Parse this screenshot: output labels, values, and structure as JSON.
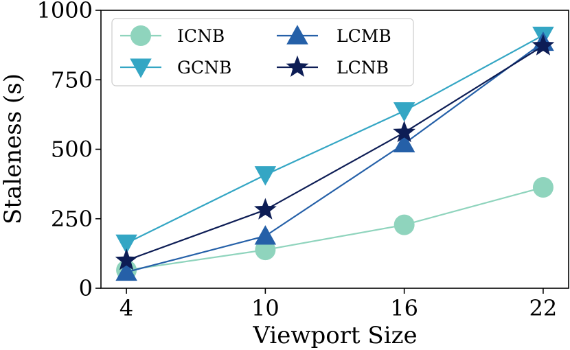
{
  "chart_data": {
    "type": "line",
    "xlabel": "Viewport Size",
    "ylabel": "Staleness (s)",
    "x": [
      4,
      10,
      16,
      22
    ],
    "x_ticks": [
      "4",
      "10",
      "16",
      "22"
    ],
    "ylim": [
      0,
      1000
    ],
    "y_ticks": [
      "0",
      "250",
      "500",
      "750",
      "1000"
    ],
    "grid": false,
    "legend_position": "top-left",
    "series": [
      {
        "name": "ICNB",
        "values": [
          65,
          138,
          228,
          363
        ],
        "color": "#8fd4bd",
        "marker": "circle"
      },
      {
        "name": "GCNB",
        "values": [
          162,
          408,
          638,
          910
        ],
        "color": "#34a6c4",
        "marker": "triangle-down"
      },
      {
        "name": "LCMB",
        "values": [
          58,
          188,
          520,
          885
        ],
        "color": "#2560a8",
        "marker": "triangle-up"
      },
      {
        "name": "LCNB",
        "values": [
          100,
          282,
          560,
          872
        ],
        "color": "#0d1d55",
        "marker": "star"
      }
    ]
  }
}
